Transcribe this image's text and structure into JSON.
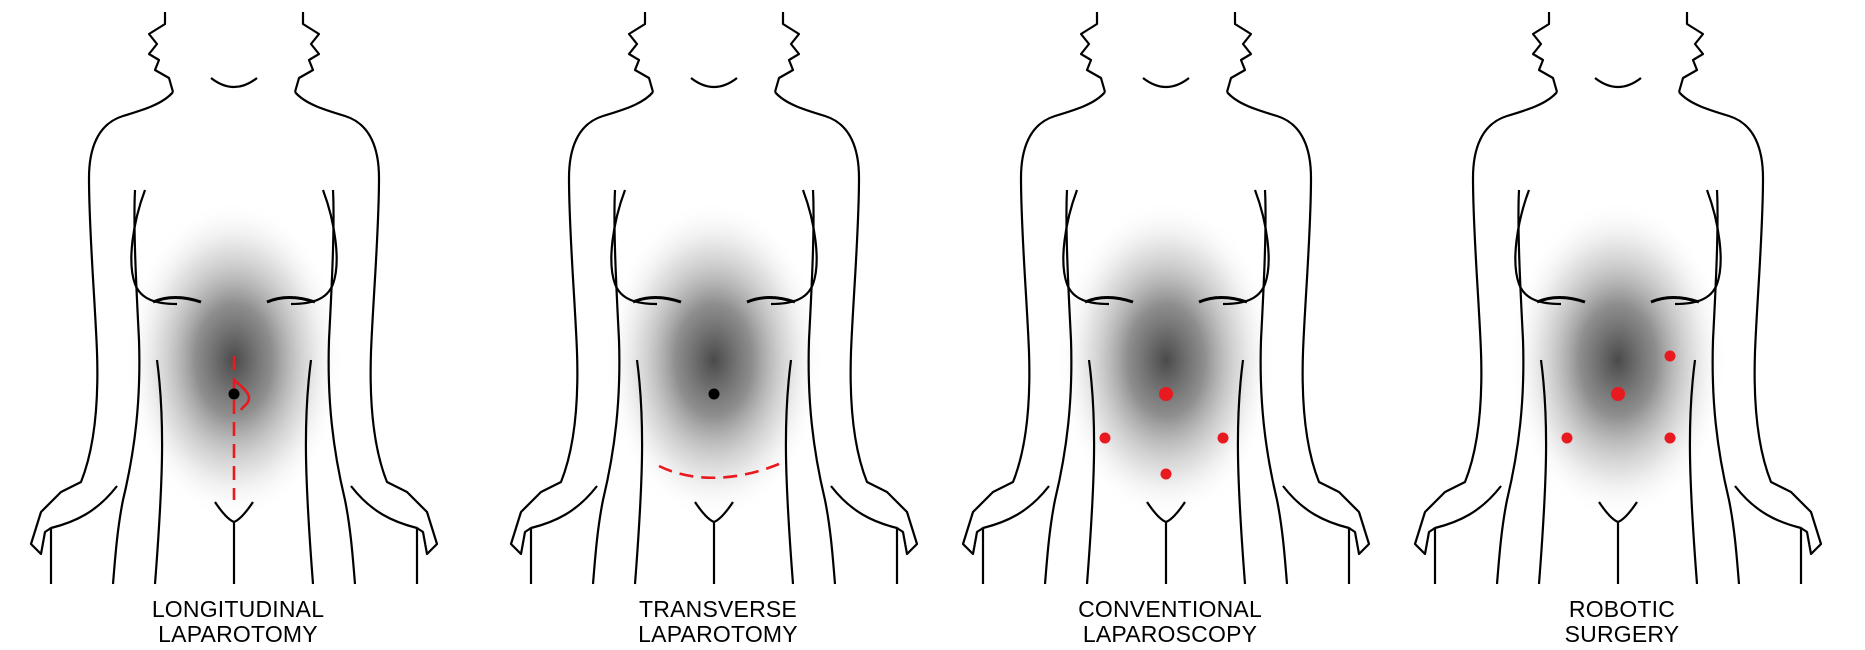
{
  "figure": {
    "colors": {
      "outline": "#000000",
      "incision": "#e8191f",
      "shading": "#4a4a4a",
      "background": "#ffffff"
    },
    "panels": [
      {
        "id": "longitudinal",
        "title_line1": "LONGITUDINAL",
        "title_line2": "LAPAROTOMY",
        "marker": "dashed vertical incision line"
      },
      {
        "id": "transverse",
        "title_line1": "TRANSVERSE",
        "title_line2": "LAPAROTOMY",
        "marker": "dashed curved incision line"
      },
      {
        "id": "laparoscopy",
        "title_line1": "CONVENTIONAL",
        "title_line2": "LAPAROSCOPY",
        "marker": "four red port dots"
      },
      {
        "id": "robotic",
        "title_line1": "ROBOTIC",
        "title_line2": "SURGERY",
        "marker": "four red port dots"
      }
    ]
  }
}
